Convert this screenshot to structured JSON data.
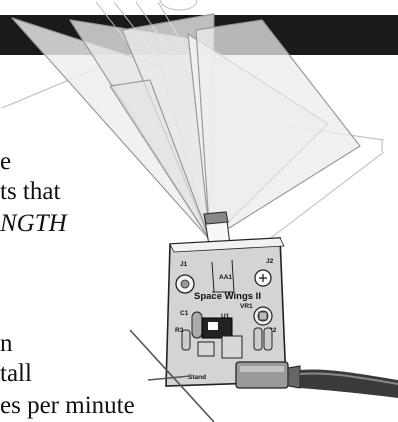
{
  "colors": {
    "header_bar": "#1a1a1a",
    "background": "#ffffff",
    "ink": "#111111"
  },
  "body_text": {
    "line1": "e",
    "line2": "ts that",
    "line3": "NGTH",
    "line4": "n",
    "line5": "tall",
    "line6": "es per minute"
  },
  "board": {
    "ref_j1": "J1",
    "ref_aa1": "AA1",
    "ref_j2": "J2",
    "title": "Space Wings II",
    "ref_vr1": "VR1",
    "ref_c1": "C1",
    "ref_u1": "U1",
    "ref_r3": "R3",
    "ref_r2": "R2",
    "stand_label": "Stand"
  }
}
